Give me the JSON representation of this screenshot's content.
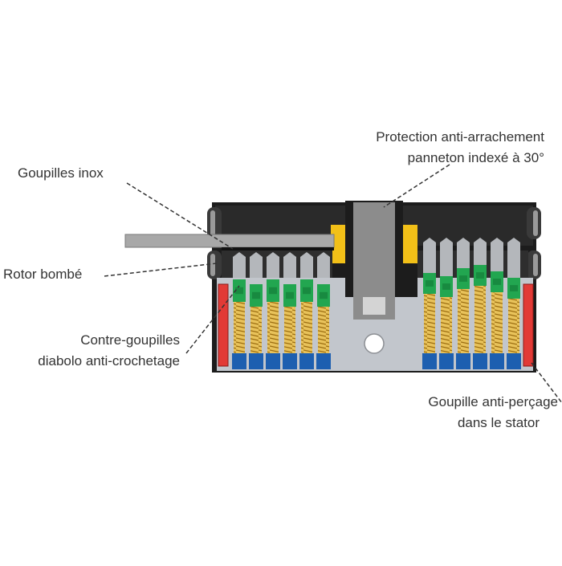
{
  "labels": {
    "protection_line1": "Protection anti-arrachement",
    "protection_line2": "panneton indexé à 30°",
    "goupilles_inox": "Goupilles inox",
    "rotor_bombe": "Rotor bombé",
    "contre_line1": "Contre-goupilles",
    "contre_line2": "diabolo anti-crochetage",
    "percage_line1": "Goupille anti-perçage",
    "percage_line2": "dans le stator"
  },
  "colors": {
    "body_black": "#1c1c1c",
    "stator_gray": "#c2c6cc",
    "cam_gray": "#8c8c8c",
    "pin_gray": "#b4b7bb",
    "driver_green": "#22a650",
    "spring_gold": "#d9a520",
    "base_blue": "#1d5fb0",
    "anti_drill_red": "#e23a36",
    "cam_yellow": "#f2c018",
    "leader_line": "#333333"
  }
}
